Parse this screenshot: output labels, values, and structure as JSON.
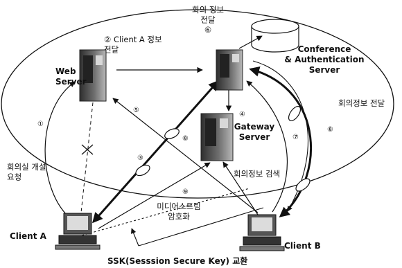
{
  "nodes": {
    "web_server": "Web\nServer",
    "auth_server": "Conference\n& Authentication\nServer",
    "gateway": "Gateway\nServer",
    "client_a": "Client A",
    "client_b": "Client B"
  },
  "labels": {
    "client_a_info": "② Client A  정보\n전달",
    "conf_info": "회의 정보\n전달\n⑥",
    "conf_info_right": "회의정보 전달",
    "open_room": "회의실 개설\n요청",
    "search": "회의정보 검색",
    "media": "미디어스트림\n암호화",
    "ssk": "SSK(Sesssion Secure Key) 교환"
  },
  "markers": [
    "①",
    "③",
    "④",
    "⑤",
    "⑦",
    "⑧",
    "⑧",
    "⑨"
  ],
  "colors": {
    "line": "#111111",
    "server_dark": "#3a3a3a",
    "server_light": "#9a9a9a"
  }
}
